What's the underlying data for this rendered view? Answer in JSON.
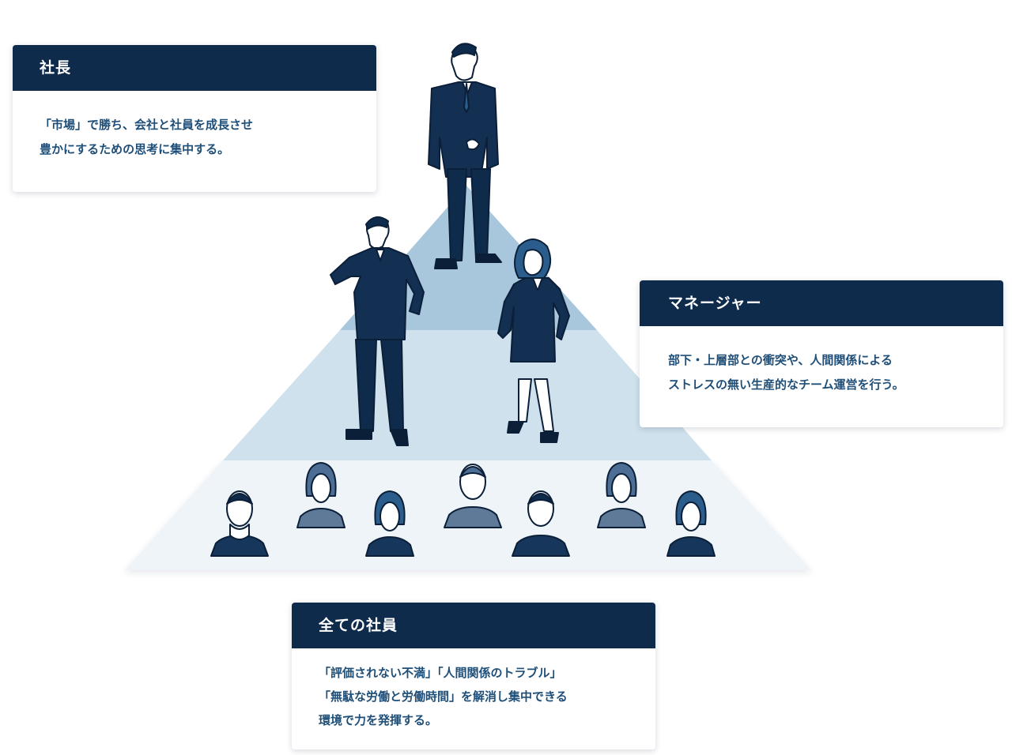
{
  "colors": {
    "navy": "#0f2b4c",
    "text_blue": "#1f4f78",
    "pyramid_top": "#a9c7dc",
    "pyramid_mid": "#cfe1ec",
    "pyramid_base": "#eef4f8",
    "employee_dark": "#17365c",
    "employee_mid": "#5f7a99"
  },
  "roles": {
    "president": {
      "title": "社長",
      "lines": [
        "「市場」で勝ち、会社と社員を成長させ",
        "豊かにするための思考に集中する。"
      ]
    },
    "manager": {
      "title": "マネージャー",
      "lines": [
        "部下・上層部との衝突や、人間関係による",
        "ストレスの無い生産的なチーム運営を行う。"
      ]
    },
    "employees": {
      "title": "全ての社員",
      "lines": [
        "「評価されない不満」「人間関係のトラブル」",
        "「無駄な労働と労働時間」を解消し集中できる",
        "環境で力を発揮する。"
      ]
    }
  },
  "figures": {
    "president": "businessman-standing-figure",
    "managers": [
      "businessman-figure",
      "businesswoman-figure"
    ],
    "employees": [
      "employee-male-icon",
      "employee-female-icon",
      "employee-female-icon",
      "employee-male-icon",
      "employee-male-icon",
      "employee-female-icon",
      "employee-female-icon"
    ]
  }
}
